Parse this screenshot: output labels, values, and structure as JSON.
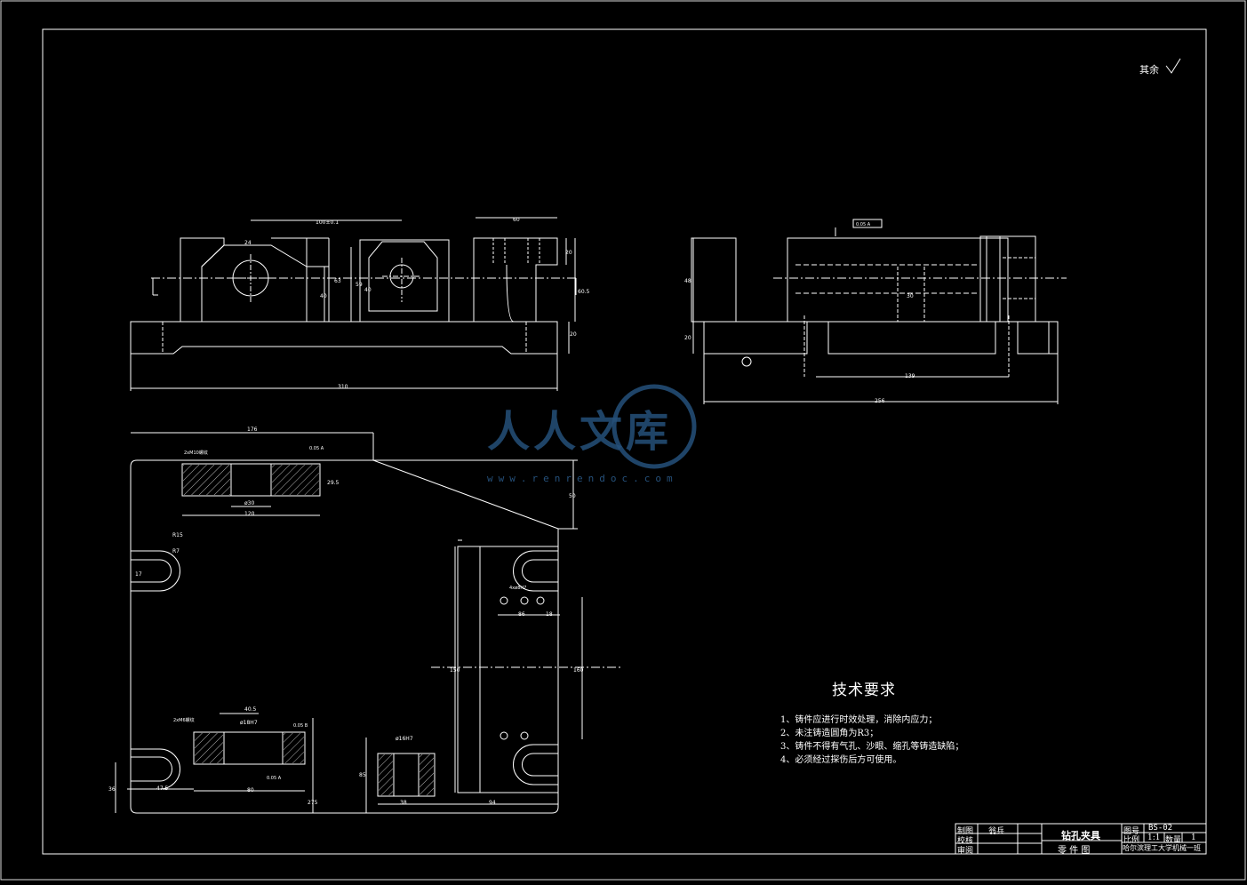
{
  "roughness_note": "其余",
  "watermark": {
    "text": "人人文库",
    "url": "www.renrendoc.com"
  },
  "tech_requirements": {
    "title": "技术要求",
    "items": [
      "1、铸件应进行时效处理，消除内应力；",
      "2、未注铸造圆角为R3；",
      "3、铸件不得有气孔、沙眼、缩孔等铸造缺陷；",
      "4、必须经过探伤后方可使用。"
    ]
  },
  "title_block": {
    "designer_label": "制图",
    "designer_name": "翁兵",
    "checker_label": "校核",
    "reviewer_label": "审阅",
    "part_name": "钻孔夹具",
    "drawing_type": "零 件 图",
    "drawing_no_label": "图号",
    "drawing_no": "BS-02",
    "scale_label": "比例",
    "scale": "1:1",
    "qty_label": "数量",
    "qty": "1",
    "school": "哈尔滨理工大学机械一班"
  },
  "dimensions": {
    "front_top": "100±0.1",
    "front_left_small": "24",
    "front_h1": "40",
    "front_h2": "63",
    "front_h3": "59",
    "front_h4": "40",
    "front_right_w": "60",
    "front_right_h1": "20",
    "front_right_h2": "60.5",
    "front_base_h": "20",
    "front_total": "310",
    "side_h1": "48",
    "side_h2": "20",
    "side_inner": "30",
    "side_w1": "139",
    "side_w2": "256",
    "plan_total": "176",
    "plan_sec_w": "120",
    "plan_sec_d": "ø30",
    "plan_sec_h": "29.5",
    "plan_right_h": "50",
    "plan_r1": "R15",
    "plan_r2": "R7",
    "plan_left_small": "17",
    "plan_mid_h": "150",
    "plan_mid_h2": "160",
    "plan_holes_a": "86",
    "plan_holes_b": "18",
    "plan_sec2_w": "40.5",
    "plan_sec2_d": "ø18H7",
    "plan_sec2_total": "80",
    "plan_sec2_left": "47.5",
    "plan_sec3_d": "ø16H7",
    "plan_sec3_h": "85",
    "plan_sec3_w": "38",
    "plan_sec3_right": "94",
    "plan_bottom_h": "36",
    "plan_total_h": "275",
    "thread1": "2xM10螺纹",
    "thread2": "2xM6螺纹",
    "holes_note": "4xø8H7",
    "tol1": "0.05 A",
    "tol2": "0.05 B",
    "tol3": "0.05 A",
    "tol4": "0.05 A"
  }
}
